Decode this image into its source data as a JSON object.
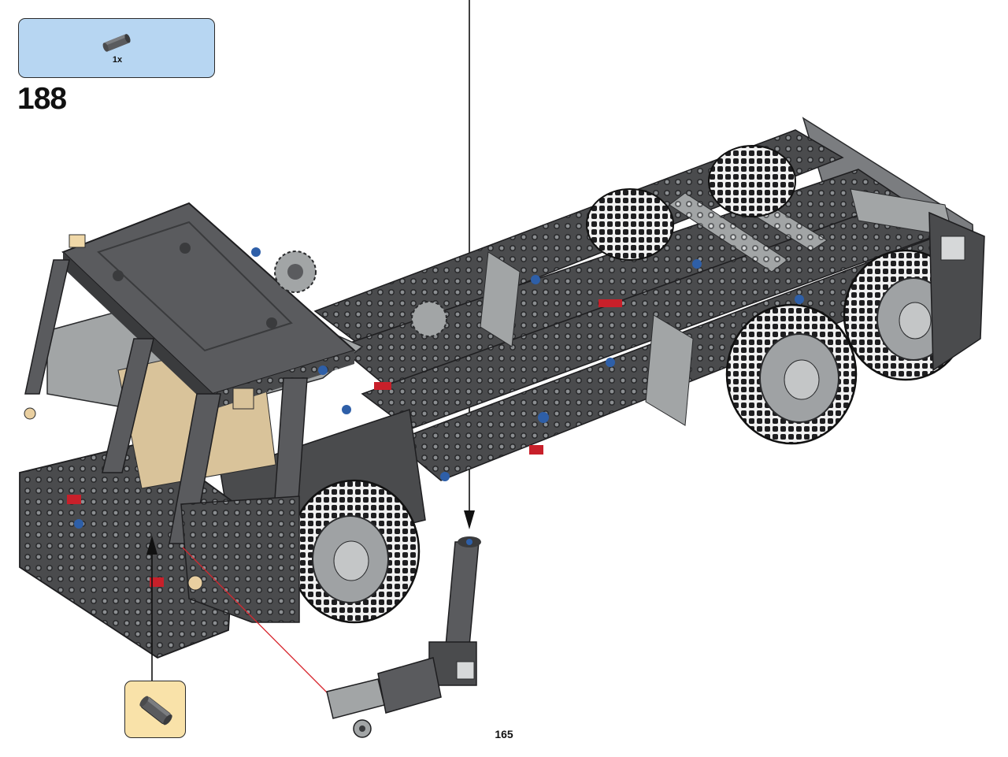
{
  "parts_list": {
    "items": [
      {
        "quantity": "1x",
        "part_icon": "dark-gray-axle-connector-icon"
      }
    ]
  },
  "step": {
    "number": "188"
  },
  "callout": {
    "part_icon": "dark-gray-axle-connector-icon"
  },
  "illustration": {
    "model_icon": "technic-truck-chassis-icon",
    "subassembly_icon": "steering-arm-subassembly-icon",
    "arrow_icon": "downward-insertion-arrow-icon",
    "connector_line_color": "#d7262e"
  },
  "colors": {
    "parts_box_bg": "#b7d6f2",
    "callout_bg": "#f9e2a9",
    "brick_dark_gray": "#4a4b4d",
    "brick_light_gray": "#a2a5a6",
    "brick_black": "#1e1e20",
    "accent_red": "#c8202a",
    "accent_blue": "#2e5fa8",
    "accent_tan": "#d9c39a"
  },
  "page": {
    "number": "165"
  }
}
